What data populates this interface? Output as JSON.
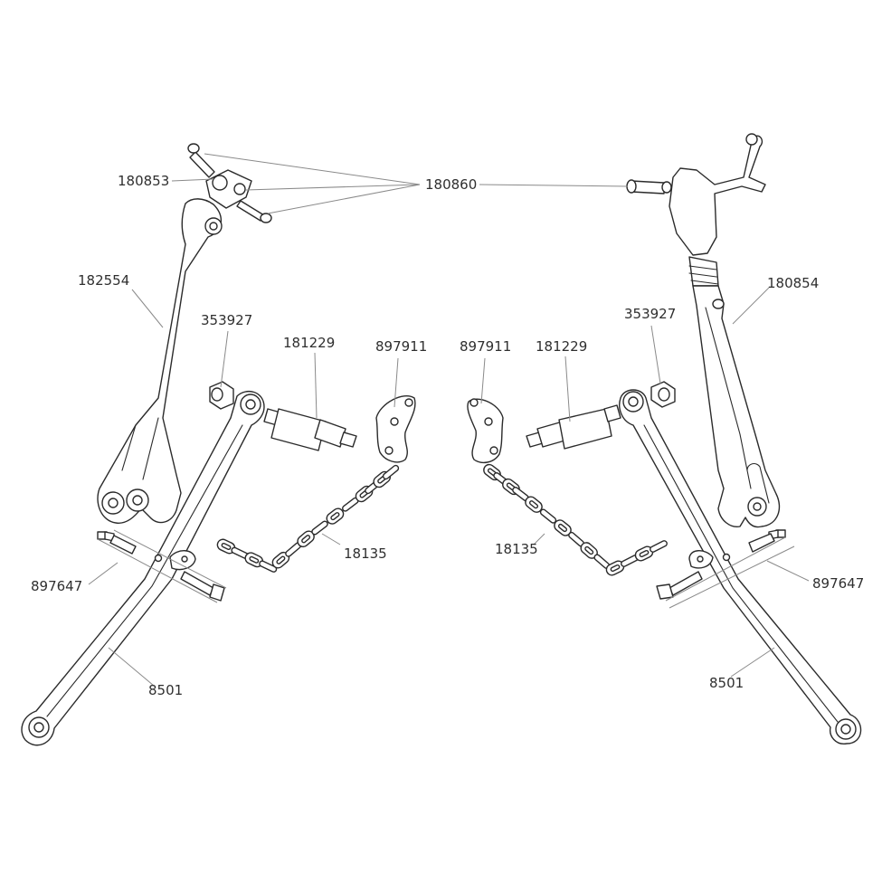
{
  "diagram": {
    "labels": {
      "l_180853": "180853",
      "l_180860": "180860",
      "l_182554": "182554",
      "l_353927_left": "353927",
      "l_181229_left": "181229",
      "l_897911_left": "897911",
      "l_897911_right": "897911",
      "l_181229_right": "181229",
      "l_353927_right": "353927",
      "l_180854": "180854",
      "l_18135_left": "18135",
      "l_18135_right": "18135",
      "l_897647_left": "897647",
      "l_897647_right": "897647",
      "l_8501_left": "8501",
      "l_8501_right": "8501"
    },
    "colors": {
      "line": "#2b2b2b",
      "leader": "#8a8a8a",
      "text": "#2f2f2f",
      "background": "#ffffff"
    }
  }
}
